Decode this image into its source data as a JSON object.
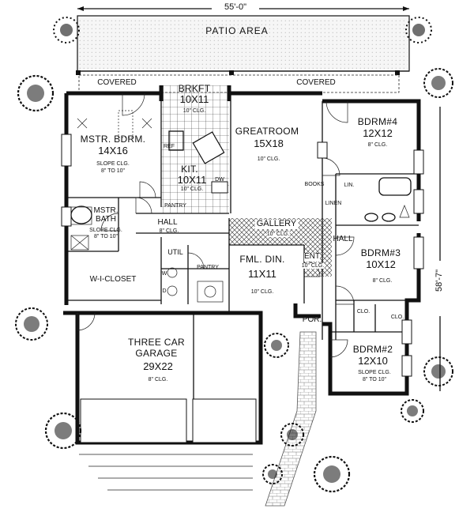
{
  "overall_width": "55'-0\"",
  "overall_depth": "58'-7\"",
  "patio": {
    "label": "PATIO AREA"
  },
  "covered_left": "COVERED",
  "covered_right": "COVERED",
  "rooms": {
    "master_bedroom": {
      "name": "MSTR. BDRM.",
      "size": "14X16",
      "note1": "SLOPE CLG.",
      "note2": "8\" TO 10\""
    },
    "breakfast": {
      "name": "BRKFT",
      "size": "10X11",
      "note": "10\" CLG."
    },
    "kitchen": {
      "name": "KIT.",
      "size": "10X11",
      "note": "10\" CLG."
    },
    "greatroom": {
      "name": "GREATROOM",
      "size": "15X18",
      "note": "10\" CLG."
    },
    "bedroom4": {
      "name": "BDRM#4",
      "size": "12X12",
      "note": "8\" CLG."
    },
    "master_bath": {
      "name1": "MSTR.",
      "name2": "BATH",
      "note1": "SLOPE CLG.",
      "note2": "8\" TO 10\""
    },
    "hall_center": {
      "name": "HALL",
      "note": "8\" CLG."
    },
    "gallery": {
      "name": "GALLERY",
      "note": "10\" CLG."
    },
    "family_dining": {
      "name": "FML. DIN.",
      "size": "11X11",
      "note": "10\" CLG."
    },
    "entry": {
      "name": "ENT",
      "note": "10\" CLG."
    },
    "hall_right": {
      "name": "HALL"
    },
    "bedroom3": {
      "name": "BDRM#3",
      "size": "10X12",
      "note": "8\" CLG."
    },
    "walk_in_closet": {
      "name": "W-I-CLOSET"
    },
    "utility": {
      "name": "UTIL"
    },
    "pantry": {
      "name": "PANTRY"
    },
    "pantry_kitchen": {
      "name": "PANTRY"
    },
    "porch": {
      "name": "POR."
    },
    "garage": {
      "name1": "THREE CAR",
      "name2": "GARAGE",
      "size": "29X22",
      "note": "8\" CLG."
    },
    "bedroom2": {
      "name": "BDRM#2",
      "size": "12X10",
      "note1": "SLOPE CLG.",
      "note2": "8\" TO 10\""
    }
  },
  "small_labels": {
    "ref": "REF",
    "dw": "DW",
    "books": "BOOKS",
    "linen": "LINEN",
    "lin": "LIN.",
    "clo1": "CLO.",
    "clo2": "CLO.",
    "w": "W",
    "d": "D"
  }
}
